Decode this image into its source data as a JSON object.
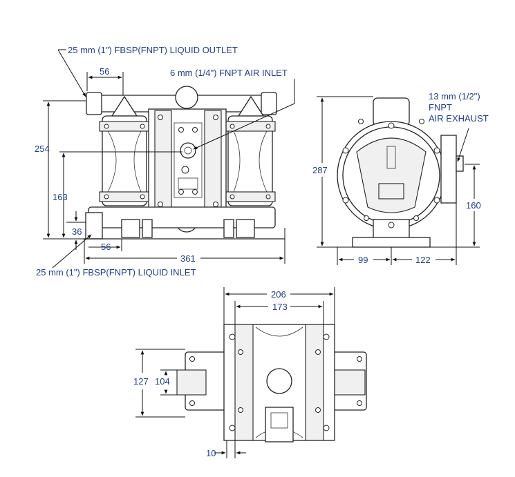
{
  "callouts": {
    "liquid_outlet": "25 mm (1\") FBSP(FNPT) LIQUID OUTLET",
    "air_inlet": "6 mm (1/4\") FNPT AIR INLET",
    "liquid_inlet": "25 mm (1\") FBSP(FNPT) LIQUID INLET",
    "air_exhaust_line1": "13 mm (1/2\")",
    "air_exhaust_line2": "FNPT",
    "air_exhaust_line3": "AIR EXHAUST"
  },
  "front_view": {
    "dim_outlet_offset": "56",
    "dim_total_height": "254",
    "dim_air_inlet_height": "163",
    "dim_inlet_height": "36",
    "dim_inlet_offset": "56",
    "dim_overall_width": "361"
  },
  "side_view": {
    "dim_height": "287",
    "dim_exhaust_height": "160",
    "dim_left_width": "99",
    "dim_right_width": "122"
  },
  "top_view": {
    "dim_outer_width": "206",
    "dim_inner_width": "173",
    "dim_outer_depth": "127",
    "dim_inner_depth": "104",
    "dim_offset": "10"
  }
}
